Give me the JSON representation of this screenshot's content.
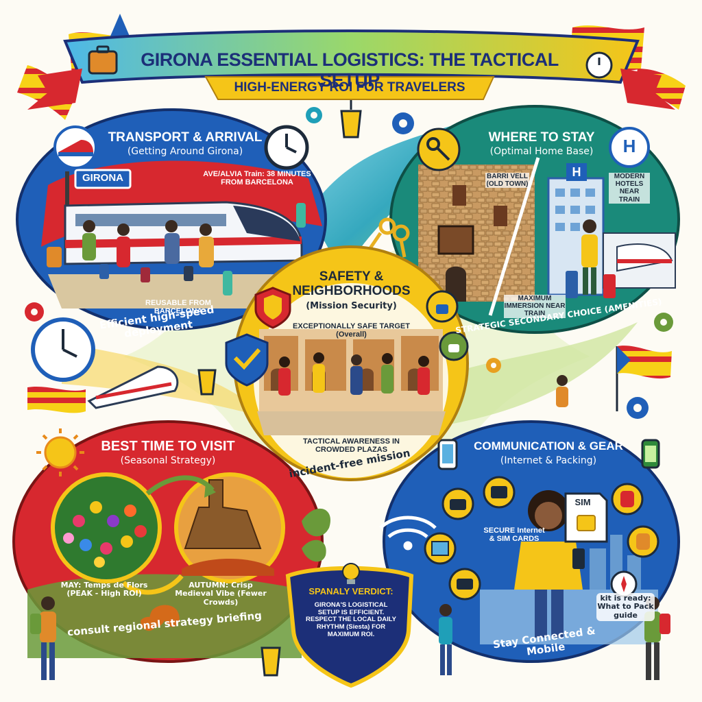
{
  "banner": {
    "title": "GIRONA ESSENTIAL LOGISTICS: THE TACTICAL SETUP",
    "subtitle": "HIGH-ENERGY ROI FOR TRAVELERS"
  },
  "transport": {
    "title": "TRANSPORT & ARRIVAL",
    "subtitle": "(Getting Around Girona)",
    "station_sign": "GIRONA",
    "train_note": "AVE/ALVIA Train: 38 MINUTES FROM BARCELONA",
    "reusable_note": "REUSABLE FROM BARCELONA",
    "tagline": "Efficient high-speed deployment"
  },
  "stay": {
    "title": "WHERE TO STAY",
    "subtitle": "(Optimal Home Base)",
    "hotel_badge": "H",
    "hotel_sign": "H",
    "old_town": "BARRI VELL (OLD TOWN)",
    "modern": "MODERN HOTELS NEAR TRAIN",
    "immersion": "MAXIMUM IMMERSION NEAR TRAIN",
    "tagline": "STRATEGIC SECONDARY CHOICE (AMENITIES)"
  },
  "safety": {
    "title": "SAFETY & NEIGHBORHOODS",
    "subtitle": "(Mission Security)",
    "safe_note": "EXCEPTIONALLY SAFE TARGET (Overall)",
    "awareness": "TACTICAL AWARENESS IN CROWDED PLAZAS",
    "tagline": "incident-free mission"
  },
  "best_time": {
    "title": "BEST TIME TO VISIT",
    "subtitle": "(Seasonal Strategy)",
    "may": "MAY: Temps de Flors (PEAK - High ROI)",
    "autumn": "AUTUMN: Crisp Medieval Vibe (Fewer Crowds)",
    "tagline": "consult regional strategy briefing"
  },
  "communication": {
    "title": "COMMUNICATION & GEAR",
    "subtitle": "(Internet & Packing)",
    "sim_label": "SIM",
    "secure": "SECURE Internet & SIM CARDS",
    "kit": "kit is ready: What to Pack guide",
    "tagline": "Stay Connected & Mobile"
  },
  "verdict": {
    "title": "SPANALY VERDICT:",
    "body": "GIRONA'S LOGISTICAL SETUP IS EFFICIENT. RESPECT THE LOCAL DAILY RHYTHM (Siesta) FOR MAXIMUM ROI."
  },
  "colors": {
    "red": "#d7282f",
    "blue": "#1f5fb8",
    "teal": "#1a8a7a",
    "yellow": "#f5c518",
    "navy": "#1c2f78",
    "green": "#6a9a3a"
  }
}
